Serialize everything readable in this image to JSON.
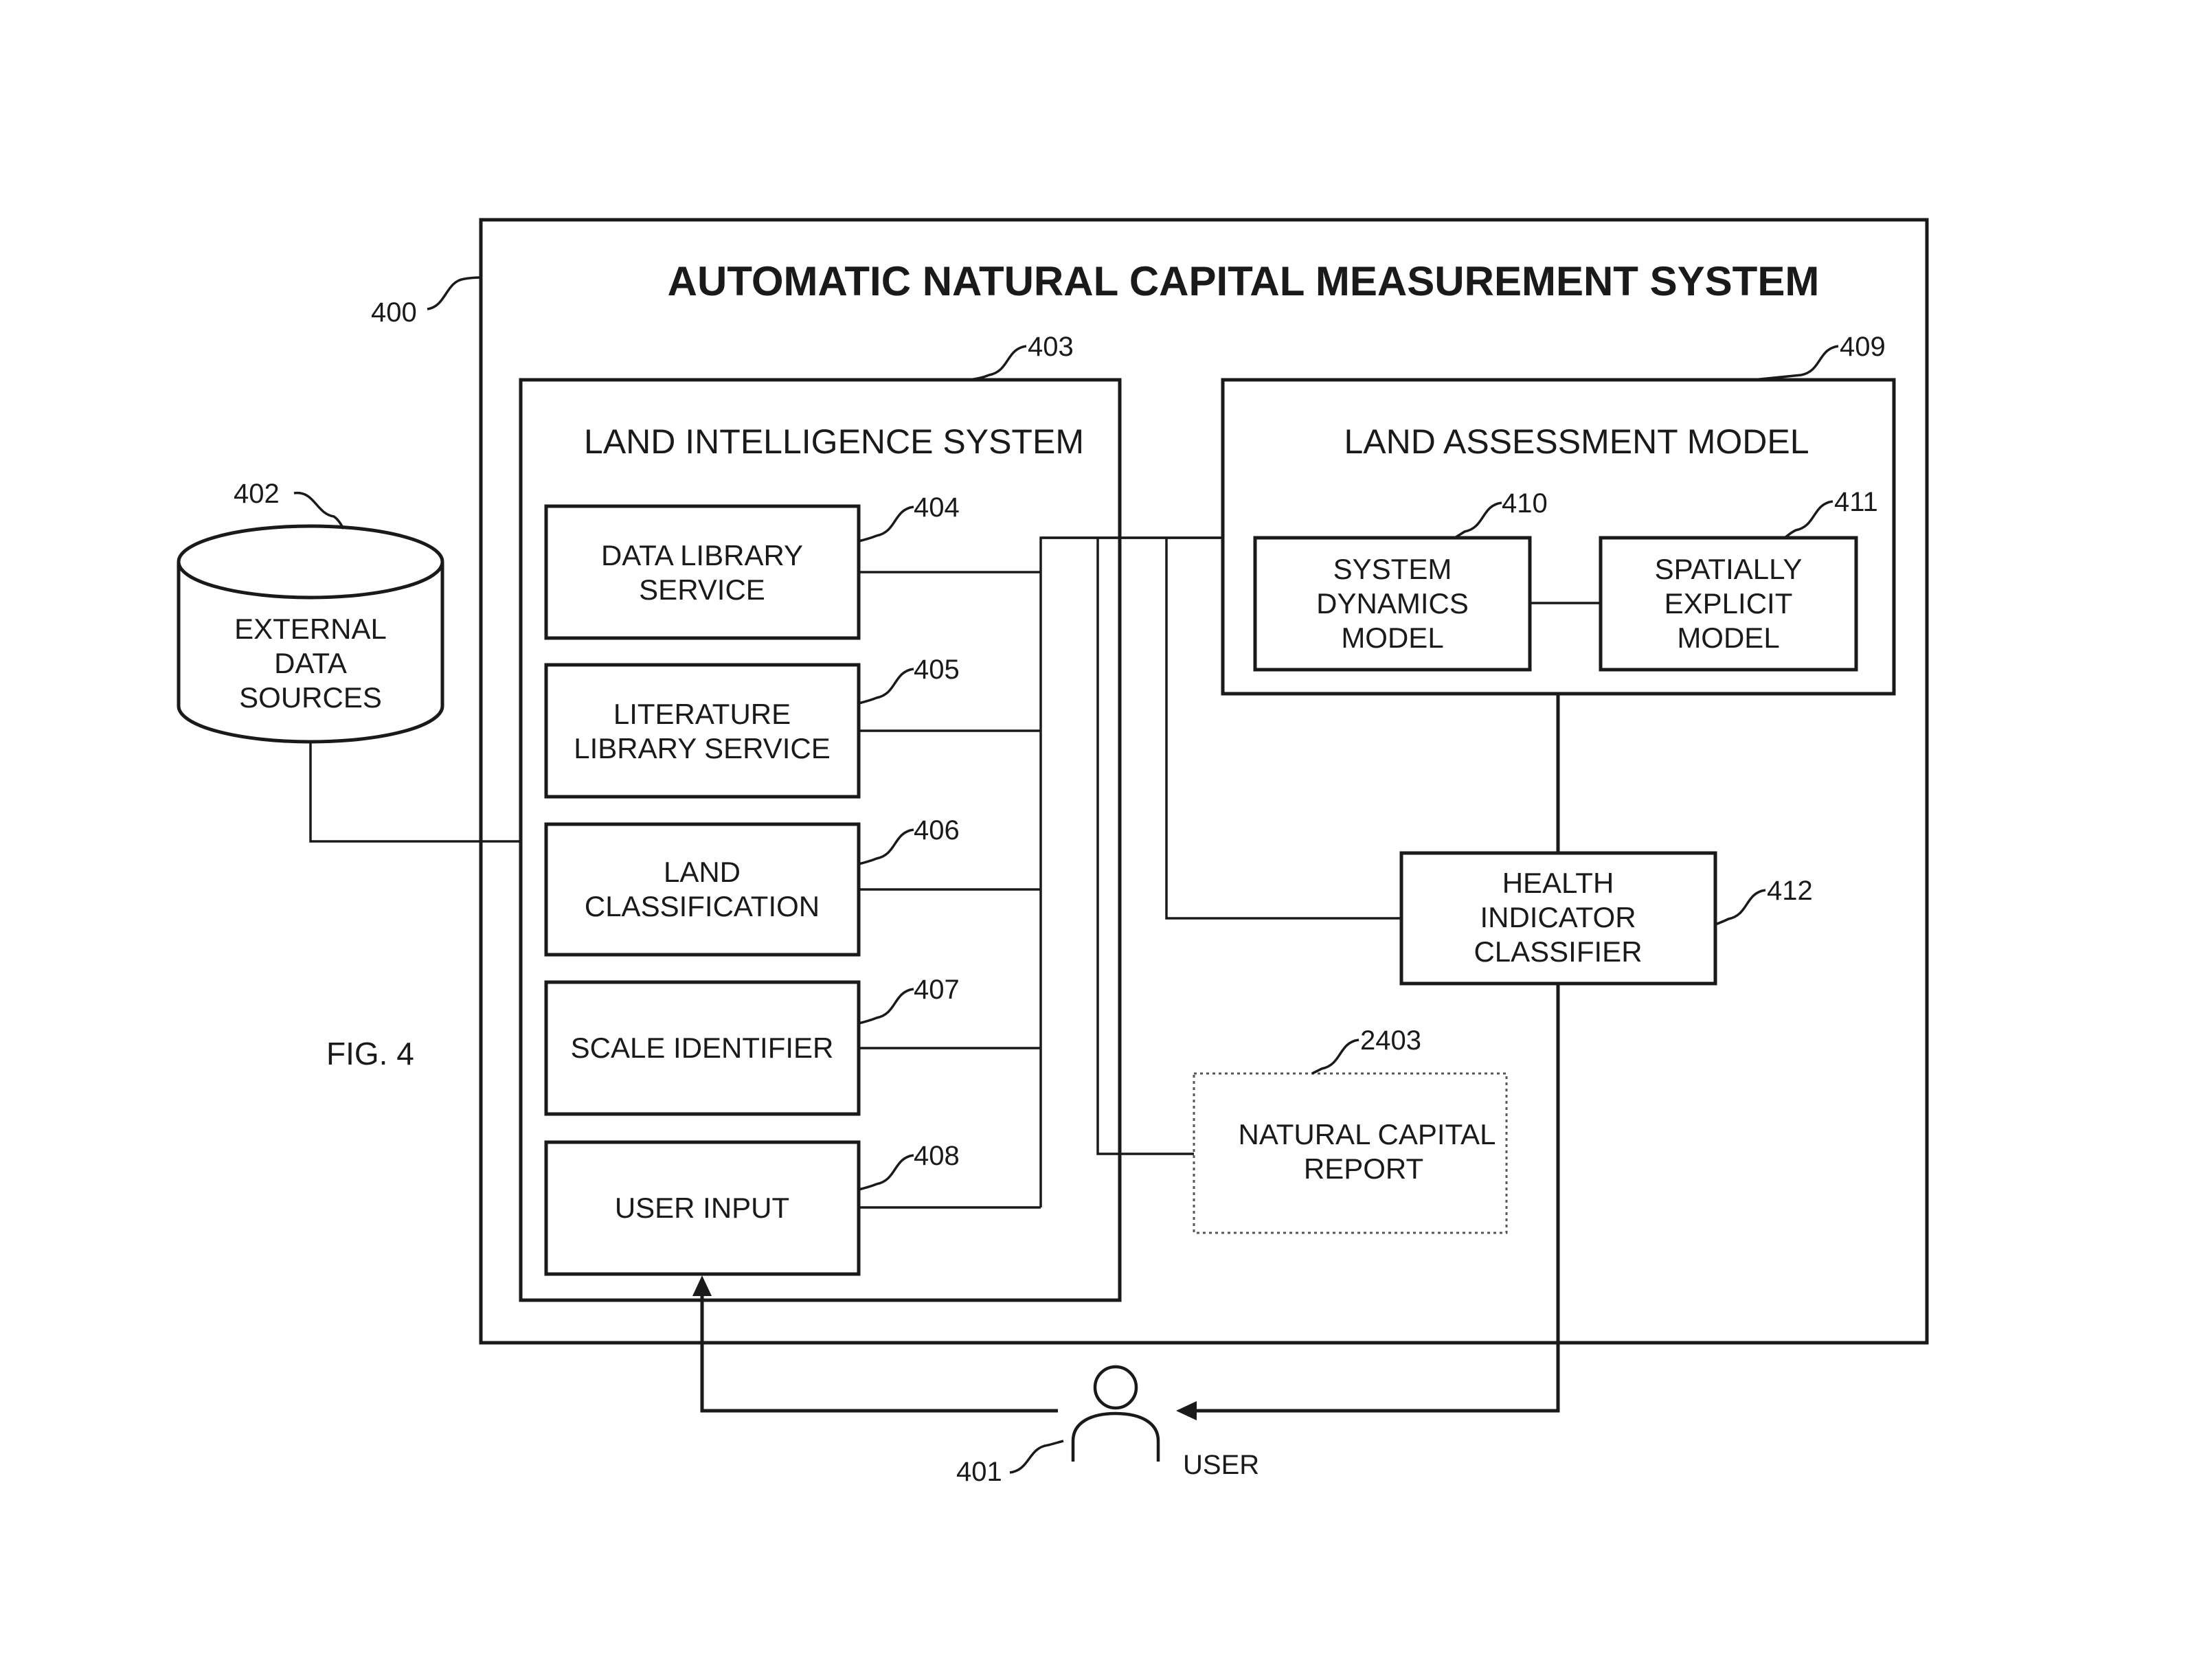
{
  "figure_label": "FIG. 4",
  "system": {
    "title": "AUTOMATIC NATURAL CAPITAL MEASUREMENT SYSTEM",
    "ref": "400"
  },
  "external_data_sources": {
    "lines": [
      "EXTERNAL",
      "DATA",
      "SOURCES"
    ],
    "ref": "402"
  },
  "land_intelligence_system": {
    "title": "LAND INTELLIGENCE SYSTEM",
    "ref": "403",
    "components": [
      {
        "lines": [
          "DATA LIBRARY",
          "SERVICE"
        ],
        "ref": "404"
      },
      {
        "lines": [
          "LITERATURE",
          "LIBRARY SERVICE"
        ],
        "ref": "405"
      },
      {
        "lines": [
          "LAND",
          "CLASSIFICATION"
        ],
        "ref": "406"
      },
      {
        "lines": [
          "SCALE IDENTIFIER"
        ],
        "ref": "407"
      },
      {
        "lines": [
          "USER INPUT"
        ],
        "ref": "408"
      }
    ]
  },
  "land_assessment_model": {
    "title": "LAND ASSESSMENT MODEL",
    "ref": "409",
    "components": [
      {
        "lines": [
          "SYSTEM",
          "DYNAMICS",
          "MODEL"
        ],
        "ref": "410"
      },
      {
        "lines": [
          "SPATIALLY",
          "EXPLICIT",
          "MODEL"
        ],
        "ref": "411"
      }
    ]
  },
  "health_indicator_classifier": {
    "lines": [
      "HEALTH",
      "INDICATOR",
      "CLASSIFIER"
    ],
    "ref": "412"
  },
  "natural_capital_report": {
    "lines": [
      "NATURAL CAPITAL",
      "REPORT"
    ],
    "ref": "2403"
  },
  "user": {
    "label": "USER",
    "ref": "401"
  }
}
